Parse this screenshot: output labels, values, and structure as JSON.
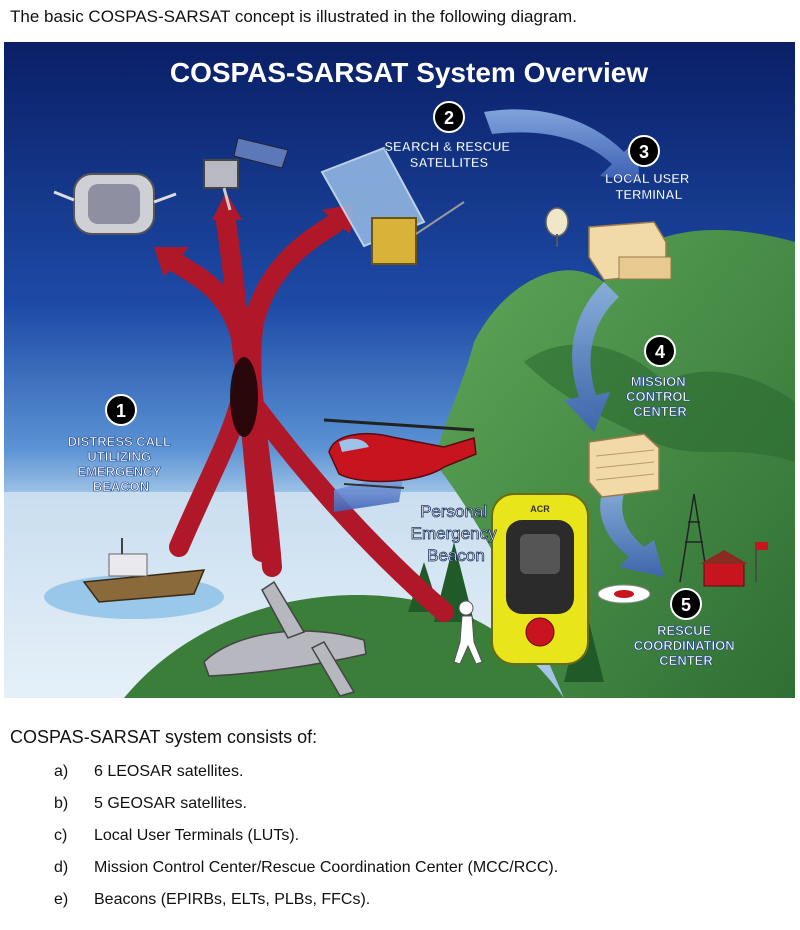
{
  "intro_text": "The basic COSPAS-SARSAT concept is illustrated in the following diagram.",
  "diagram": {
    "title": "COSPAS-SARSAT System Overview",
    "steps": [
      {
        "num": "1",
        "lines": [
          "DISTRESS CALL",
          "UTILIZING",
          "EMERGENCY",
          "BEACON"
        ]
      },
      {
        "num": "2",
        "lines": [
          "SEARCH & RESCUE",
          "SATELLITES"
        ]
      },
      {
        "num": "3",
        "lines": [
          "LOCAL USER",
          "TERMINAL"
        ]
      },
      {
        "num": "4",
        "lines": [
          "MISSION",
          "CONTROL",
          "CENTER"
        ]
      },
      {
        "num": "5",
        "lines": [
          "RESCUE",
          "COORDINATION",
          "CENTER"
        ]
      }
    ],
    "beacon_label_lines": [
      "Personal",
      "Emergency",
      "Beacon"
    ],
    "device_brand": "ACR"
  },
  "list_heading": "COSPAS-SARSAT system consists of:",
  "items": [
    {
      "letter": "a)",
      "text": "6 LEOSAR satellites."
    },
    {
      "letter": "b)",
      "text": "5 GEOSAR satellites."
    },
    {
      "letter": "c)",
      "text": "Local User Terminals (LUTs)."
    },
    {
      "letter": "d)",
      "text": "Mission Control Center/Rescue Coordination Center (MCC/RCC)."
    },
    {
      "letter": "e)",
      "text": "Beacons (EPIRBs, ELTs, PLBs, FFCs)."
    }
  ],
  "colors": {
    "sky_top": "#0a1f66",
    "sky_mid": "#2a6bc4",
    "horizon": "#bcd8ef",
    "land": "#3e8a3e",
    "signal_red": "#b0182a",
    "flow_arrow": "#6b8fd0",
    "beacon_yellow": "#e8e61a"
  }
}
